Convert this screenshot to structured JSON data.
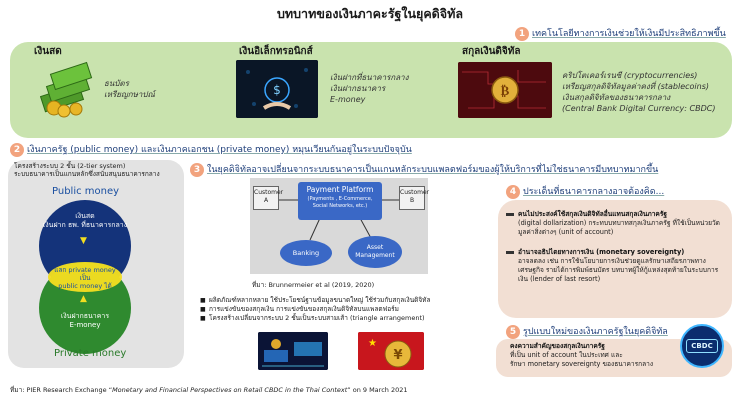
{
  "title": "บทบาทของเงินภาคะรัฐในยุคดิจิทัล",
  "section1": {
    "num": "1",
    "heading": "เทคโนโลยีทางการเงินช่วยให้เงินมีประสิทธิภาพขึ้น",
    "cash": {
      "title": "เงินสด",
      "lines": [
        "ธนบัตร",
        "เหรียญกษาปณ์"
      ]
    },
    "electronic": {
      "title": "เงินอิเล็กทรอนิกส์",
      "lines": [
        "เงินฝากที่ธนาคารกลาง",
        "เงินฝากธนาคาร",
        "E-money"
      ]
    },
    "digital": {
      "title": "สกุลเงินดิจิทัล",
      "lines": [
        "คริปโตเคอร์เรนซี (cryptocurrencies)",
        "เหรียญสกุลดิจิทัลมูลค่าคงที่ (stablecoins)",
        "เงินสกุลดิจิทัลของธนาคารกลาง",
        "(Central Bank Digital Currency: CBDC)"
      ]
    }
  },
  "section2": {
    "num": "2",
    "heading": "เงินภาครัฐ (public money) และเงินภาคเอกชน (private money) หมุนเวียนกันอยู่ในระบบปัจจุบัน",
    "panel_head": [
      "โครงสร้างระบบ 2 ชั้น (2-tier system)",
      "ระบบธนาคารเป็นแกนหลักซึ่งสนับสนุนธนาคารกลาง"
    ],
    "public_money": "Public money",
    "public_inner": [
      "เงินสด",
      "เงินฝาก ธพ. ที่ธนาคารกลาง"
    ],
    "overlap": [
      "แลก private money เป็น",
      "public money ได้"
    ],
    "private_inner": [
      "เงินฝากธนาคาร",
      "E-money"
    ],
    "private_money": "Private money"
  },
  "section3": {
    "num": "3",
    "heading": "ในยุคดิจิทัลอาจเปลี่ยนจากระบบธนาคารเป็นแกนหลักระบบแพลตฟอร์มของผู้ให้บริการที่ไม่ใช่ธนาคารมีบทบาทมากขึ้น",
    "diagram": {
      "customer_a": "Customer A",
      "customer_b": "Customer B",
      "platform_title": "Payment Platform",
      "platform_sub": "(Payments , E-Commerce, Social Networks, etc.)",
      "banking": "Banking",
      "asset": "Asset Management"
    },
    "source": "ที่มา: Brunnermeier et al (2019, 2020)",
    "bullets": [
      "ผลิตภัณฑ์หลากหลาย ใช้ประโยชน์ฐานข้อมูลขนาดใหญ่ ใช้ร่วมกับสกุลเงินดิจิทัล",
      "การแข่งขันของสกุลเงิน การแข่งขันของสกุลเงินดิจิทัลบนแพลตฟอร์ม",
      "โครงสร้างเปลี่ยนจากระบบ 2 ชั้นเป็นระบบสามเส้า (triangle arrangement)"
    ]
  },
  "section4": {
    "num": "4",
    "heading": "ประเด็นที่ธนาคารกลางอาจต้องคิด...",
    "items": [
      {
        "bold": "คนไม่ประสงค์ใช้สกุลเงินดิจิทัลอื่นแทนสกุลเงินภาครัฐ",
        "rest": "(digital dollarization) กระทบบทบาทสกุลเงินภาครัฐ ที่ใช้เป็นหน่วยวัดมูลค่าสิ่งต่างๆ (unit of account)"
      },
      {
        "bold": "อำนาจอธิปไตยทางการเงิน (monetary sovereignty)",
        "rest": "อาจลดลง เช่น การใช้นโยบายการเงินช่วยดูแลรักษาเสถียรภาพทางเศรษฐกิจ รายได้การพิมพ์ธนบัตร บทบาทผู้ให้กู้แหล่งสุดท้ายในระบบการเงิน (lender of last resort)"
      }
    ]
  },
  "section5": {
    "num": "5",
    "heading": "รูปแบบใหม่ของเงินภาครัฐในยุคดิจิทัล",
    "lines": [
      {
        "bold": "คงความสำคัญของสกุลเงินภาครัฐ",
        "rest": ""
      },
      {
        "bold": "",
        "rest": "ที่เป็น unit of account ในประเทศ และ"
      },
      {
        "bold": "",
        "rest": "รักษา monetary sovereignty ของธนาคารกลาง"
      }
    ],
    "badge": "CBDC"
  },
  "footnote": {
    "prefix": "ที่มา: PIER Research Exchange “",
    "italic": "Monetary and Financial Perspectives on Retail CBDC in the Thai Context",
    "suffix": "” on 9 March 2021"
  },
  "colors": {
    "green_panel": "#c9e3ae",
    "gray_panel": "#e3e3e3",
    "peach_panel": "#f2dfd3",
    "number_badge": "#f2a37e",
    "public_blue": "#1a4fa0",
    "private_green": "#2a7a2a"
  }
}
